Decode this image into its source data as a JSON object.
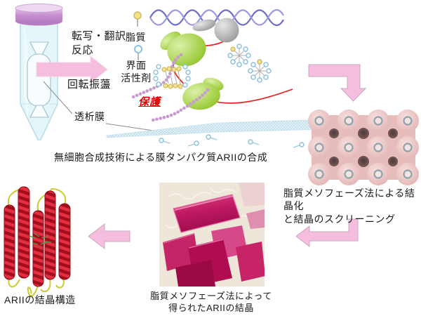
{
  "diagram": {
    "labels": {
      "reaction": "転写・翻訳\n反応",
      "rotation": "回転振蘯",
      "dialysis_membrane": "透析膜",
      "lipid": "脂質",
      "surfactant": "界面\n活性剤",
      "protection": "保護"
    },
    "captions": {
      "synthesis": "無細胞合成技術による膜タンパク質ARIIの合成",
      "crystallization": "脂質メソフェーズ法による結晶化\nと結晶のスクリーニング",
      "crystals": "脂質メソフェーズ法によって\n得られたARIIの結晶",
      "structure": "ARIIの結晶構造"
    },
    "colors": {
      "arrow_pink": "#f6bede",
      "protect_red": "#e00000",
      "cap_purple": "#c690ce",
      "tube_cyan": "#e4f6fa",
      "membrane_blue": "#cfe6f0",
      "dna_blue": "#6b6bcb",
      "mrna_red": "#e82020",
      "ribosome_green": "#9ccc3c",
      "mesophase_pink": "#e6bcbc",
      "crystal_magenta": "#c01a62",
      "helix_red": "#cc1122",
      "loop_yellow": "#c8c820"
    }
  }
}
